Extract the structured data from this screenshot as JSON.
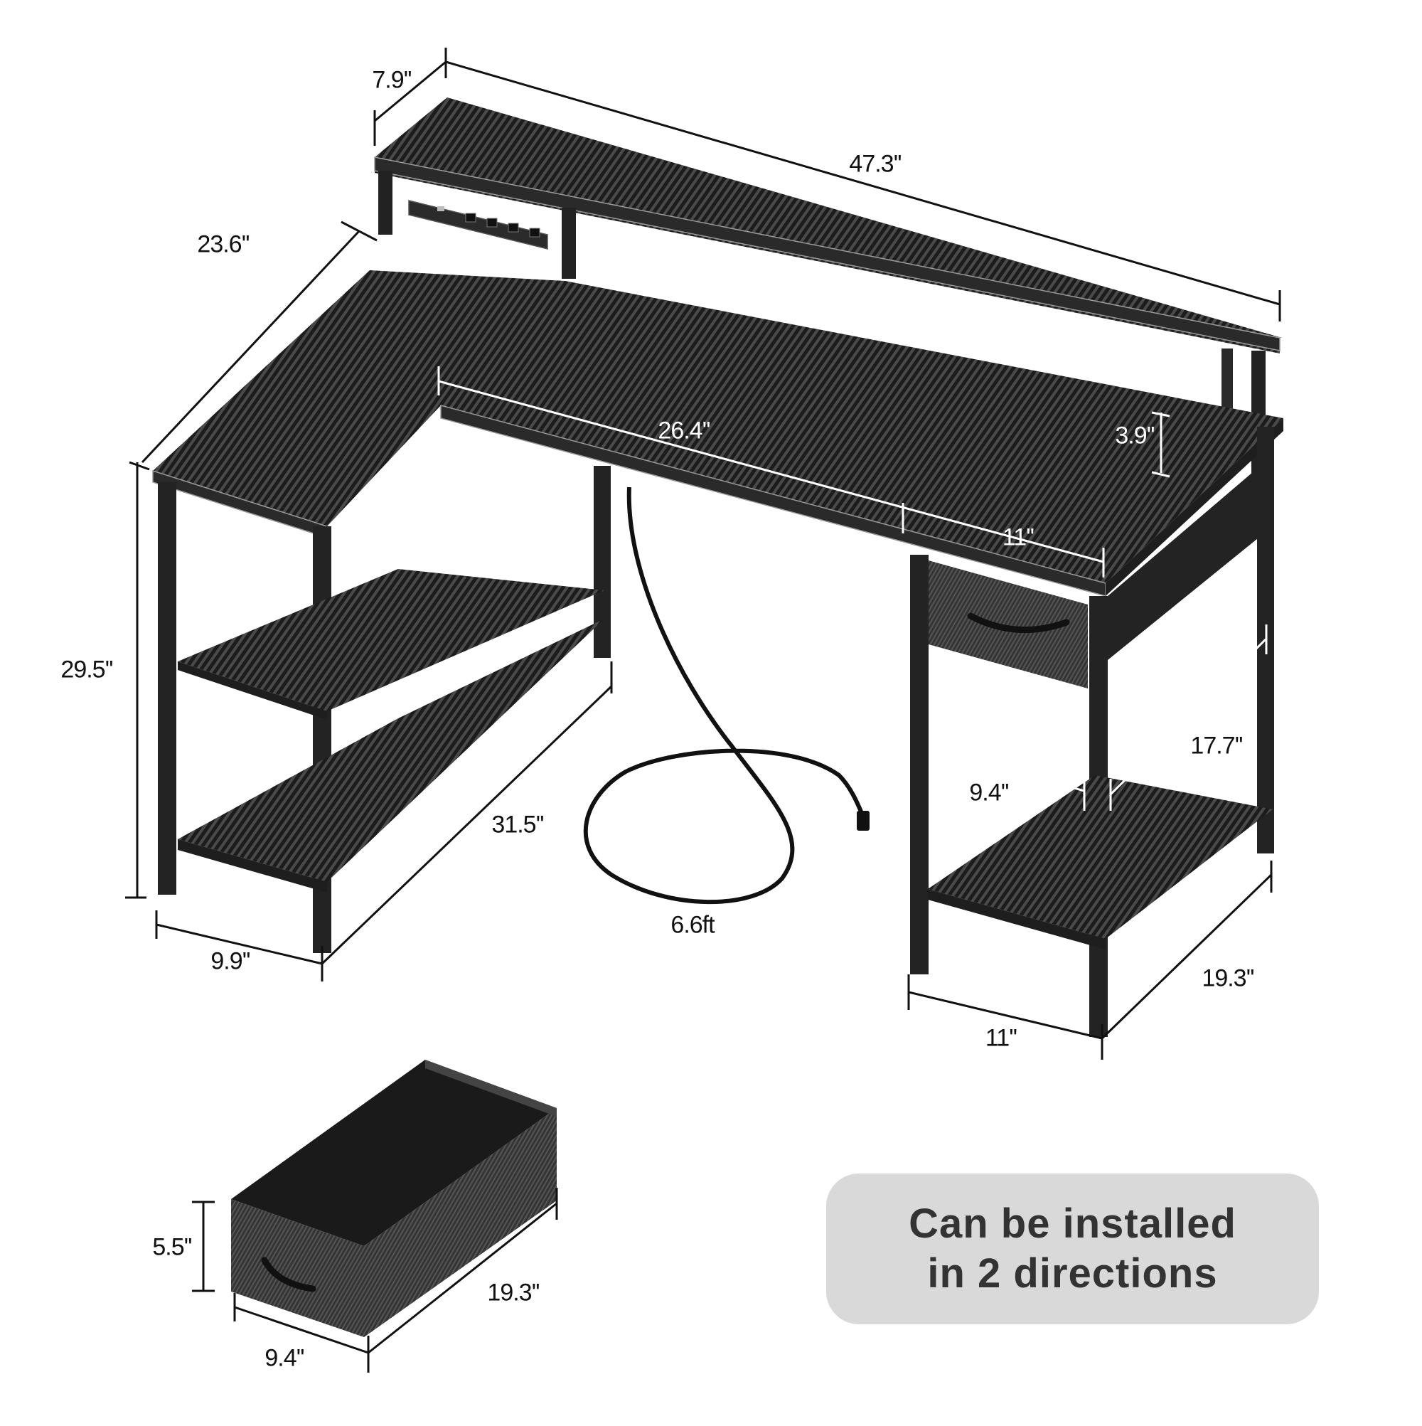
{
  "product": {
    "type": "L-shaped computer desk with monitor riser, power outlet strip, fabric drawer and storage shelves",
    "finish": "carbon fiber texture",
    "colors": {
      "background": "#ffffff",
      "desk_dark": "#1e1e1e",
      "desk_stripe": "#4a4a4a",
      "frame": "#232323",
      "fabric": "#3a3a3a",
      "dimension_line_dark": "#111111",
      "dimension_line_light": "#ffffff",
      "badge_bg": "#d9d9d9",
      "badge_text": "#333333"
    }
  },
  "dimensions": {
    "riser_depth": "7.9''",
    "overall_width": "47.3''",
    "side_depth": "23.6''",
    "overall_height": "29.5''",
    "desktop_inner_length": "26.4''",
    "riser_height": "3.9''",
    "drawer_section_width_top": "11''",
    "side_cabinet_depth": "17.7''",
    "drawer_opening_width": "9.4''",
    "side_length": "31.5''",
    "cord_length": "6.6ft",
    "left_leg_width": "9.9''",
    "right_cabinet_depth": "19.3''",
    "right_cabinet_width": "11''"
  },
  "drawer": {
    "height": "5.5''",
    "depth": "19.3''",
    "width": "9.4''"
  },
  "badge": {
    "line1": "Can be installed",
    "line2": "in 2 directions"
  }
}
